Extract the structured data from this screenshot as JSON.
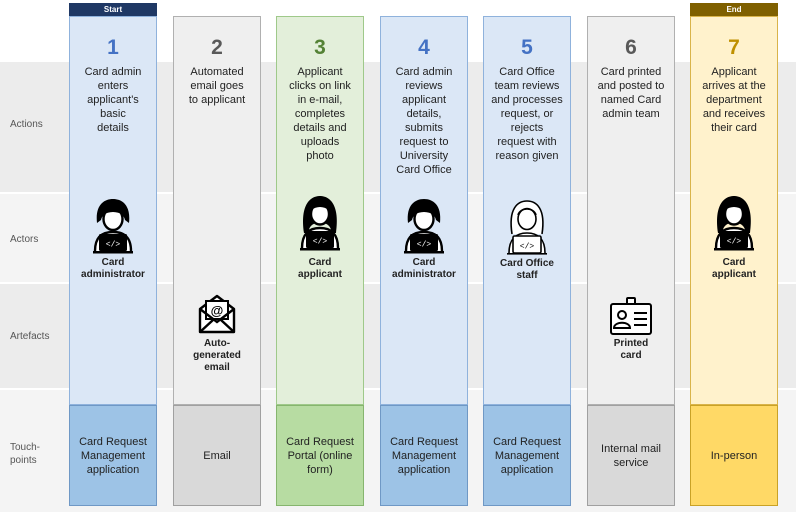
{
  "rows": [
    "Actions",
    "Actors",
    "Artefacts",
    "Touch-points"
  ],
  "headers": {
    "start": "Start",
    "end": "End"
  },
  "steps": [
    {
      "number": "1",
      "action": "Card admin enters applicant's basic details",
      "actor": "Card administrator",
      "artefact": "",
      "touchpoint": "Card Request Management application"
    },
    {
      "number": "2",
      "action": "Automated email goes to applicant",
      "actor": "",
      "artefact": "Auto-generated email",
      "touchpoint": "Email"
    },
    {
      "number": "3",
      "action": "Applicant clicks on link in e-mail, completes details and uploads photo",
      "actor": "Card applicant",
      "artefact": "",
      "touchpoint": "Card Request Portal (online form)"
    },
    {
      "number": "4",
      "action": "Card admin reviews applicant details, submits request to University Card Office",
      "actor": "Card administrator",
      "artefact": "",
      "touchpoint": "Card Request Management application"
    },
    {
      "number": "5",
      "action": "Card Office team reviews and processes request, or rejects request with reason given",
      "actor": "Card Office staff",
      "artefact": "",
      "touchpoint": "Card Request Management application"
    },
    {
      "number": "6",
      "action": "Card printed and posted to named Card admin team",
      "actor": "",
      "artefact": "Printed card",
      "touchpoint": "Internal mail service"
    },
    {
      "number": "7",
      "action": "Applicant arrives at the department and receives their card",
      "actor": "Card applicant",
      "artefact": "",
      "touchpoint": "In-person"
    }
  ],
  "colors": {
    "start_header": "#1f3864",
    "end_header": "#7f6000",
    "blue_number": "#4472c4",
    "grey_number": "#595959",
    "green_number": "#548235",
    "yellow_number": "#bf9000"
  },
  "icons": {
    "administrator": "person-laptop-icon",
    "applicant": "person-laptop-icon",
    "staff": "person-laptop-outline-icon",
    "email": "envelope-at-icon",
    "card": "id-card-icon"
  }
}
